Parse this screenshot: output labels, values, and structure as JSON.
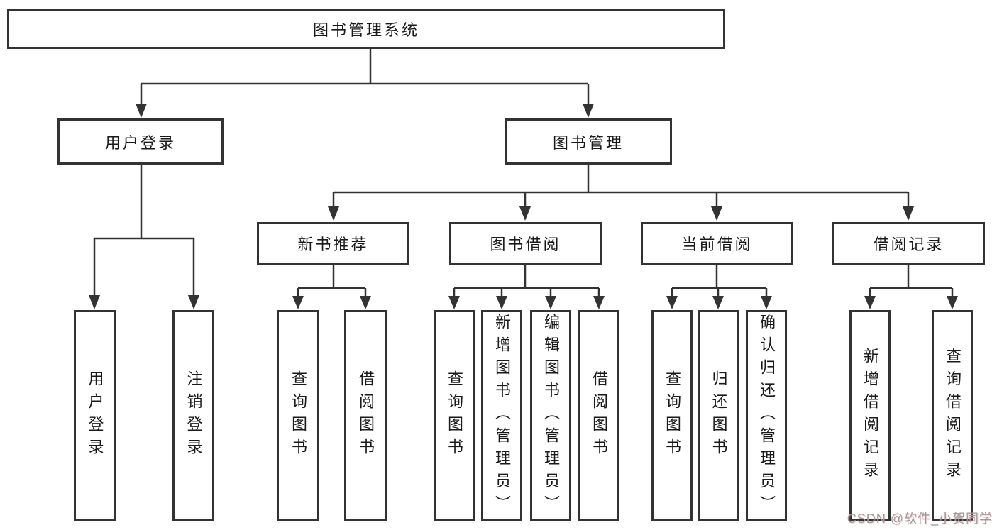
{
  "diagram": {
    "root": {
      "label": "图书管理系统"
    },
    "branches": [
      {
        "label": "用户登录",
        "leaves": [
          {
            "label": "用户登录"
          },
          {
            "label": "注销登录"
          }
        ]
      },
      {
        "label": "图书管理",
        "children": [
          {
            "label": "新书推荐",
            "leaves": [
              {
                "label": "查询图书"
              },
              {
                "label": "借阅图书"
              }
            ]
          },
          {
            "label": "图书借阅",
            "leaves": [
              {
                "label": "查询图书"
              },
              {
                "label": "新增图书（管理员）"
              },
              {
                "label": "编辑图书（管理员）"
              },
              {
                "label": "借阅图书"
              }
            ]
          },
          {
            "label": "当前借阅",
            "leaves": [
              {
                "label": "查询图书"
              },
              {
                "label": "归还图书"
              },
              {
                "label": "确认归还（管理员）"
              }
            ]
          },
          {
            "label": "借阅记录",
            "leaves": [
              {
                "label": "新增借阅记录"
              },
              {
                "label": "查询借阅记录"
              }
            ]
          }
        ]
      }
    ]
  },
  "watermark": {
    "text": "CSDN @软件_小贺同学"
  },
  "colors": {
    "line": "#333333",
    "box_border": "#333333",
    "box_bg": "#ffffff",
    "text": "#1a1a1a",
    "background": "#ffffff",
    "watermark": "#9b9b9b"
  }
}
